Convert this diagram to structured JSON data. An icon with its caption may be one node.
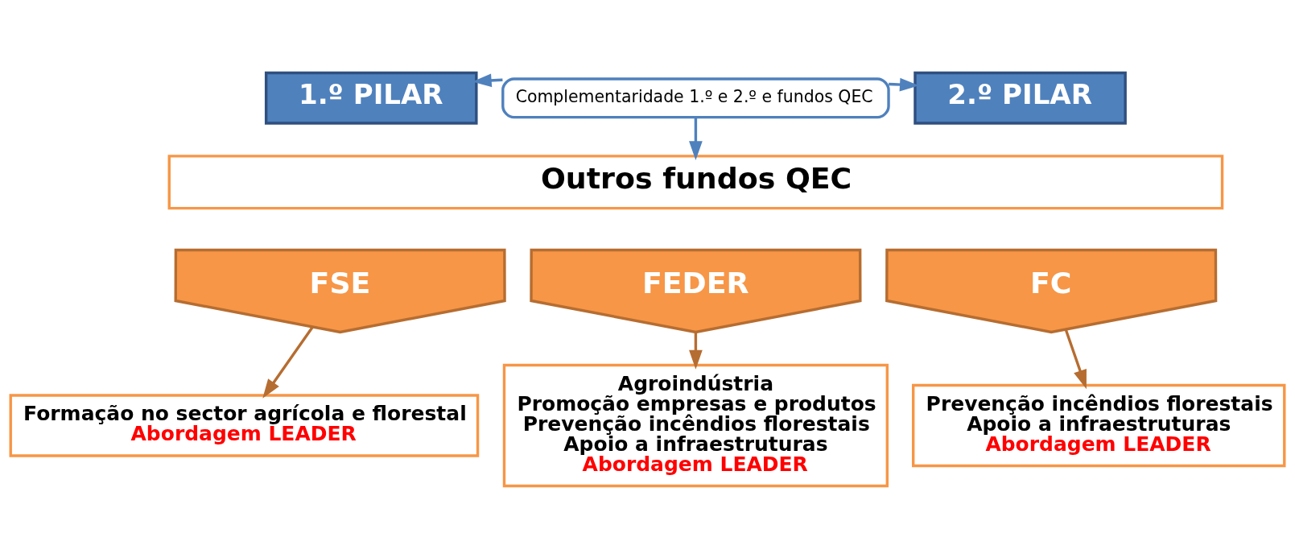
{
  "diagram": {
    "nodes": [
      {
        "text": [
          "1.º PILAR"
        ]
      },
      {
        "text": [
          "Complementaridade 1.º e 2.º e fundos QEC"
        ]
      },
      {
        "text": [
          "2.º PILAR"
        ]
      },
      {
        "text": [
          "Outros fundos QEC"
        ]
      },
      {
        "text": [
          "FSE"
        ]
      },
      {
        "text": [
          "FEDER"
        ]
      },
      {
        "text": [
          "FC"
        ]
      },
      {
        "text": [
          "Formação no sector agrícola e florestal",
          "Abordagem LEADER"
        ]
      },
      {
        "text": [
          "Agroindústria",
          "Promoção empresas e produtos",
          "Prevenção incêndios florestais",
          "Apoio a infraestruturas",
          "Abordagem LEADER"
        ]
      },
      {
        "text": [
          "Prevenção incêndios florestais",
          "Apoio a infraestruturas",
          "Abordagem LEADER"
        ]
      }
    ],
    "edges": [
      {
        "from": 1,
        "to": 0,
        "arrow": "to"
      },
      {
        "from": 1,
        "to": 2,
        "arrow": "to"
      },
      {
        "from": 1,
        "to": 3,
        "arrow": "to"
      },
      {
        "from": 4,
        "to": 7,
        "arrow": "to",
        "color": "#b66d31"
      },
      {
        "from": 5,
        "to": 8,
        "arrow": "to",
        "color": "#b66d31"
      },
      {
        "from": 6,
        "to": 9,
        "arrow": "to",
        "color": "#b66d31"
      }
    ]
  }
}
